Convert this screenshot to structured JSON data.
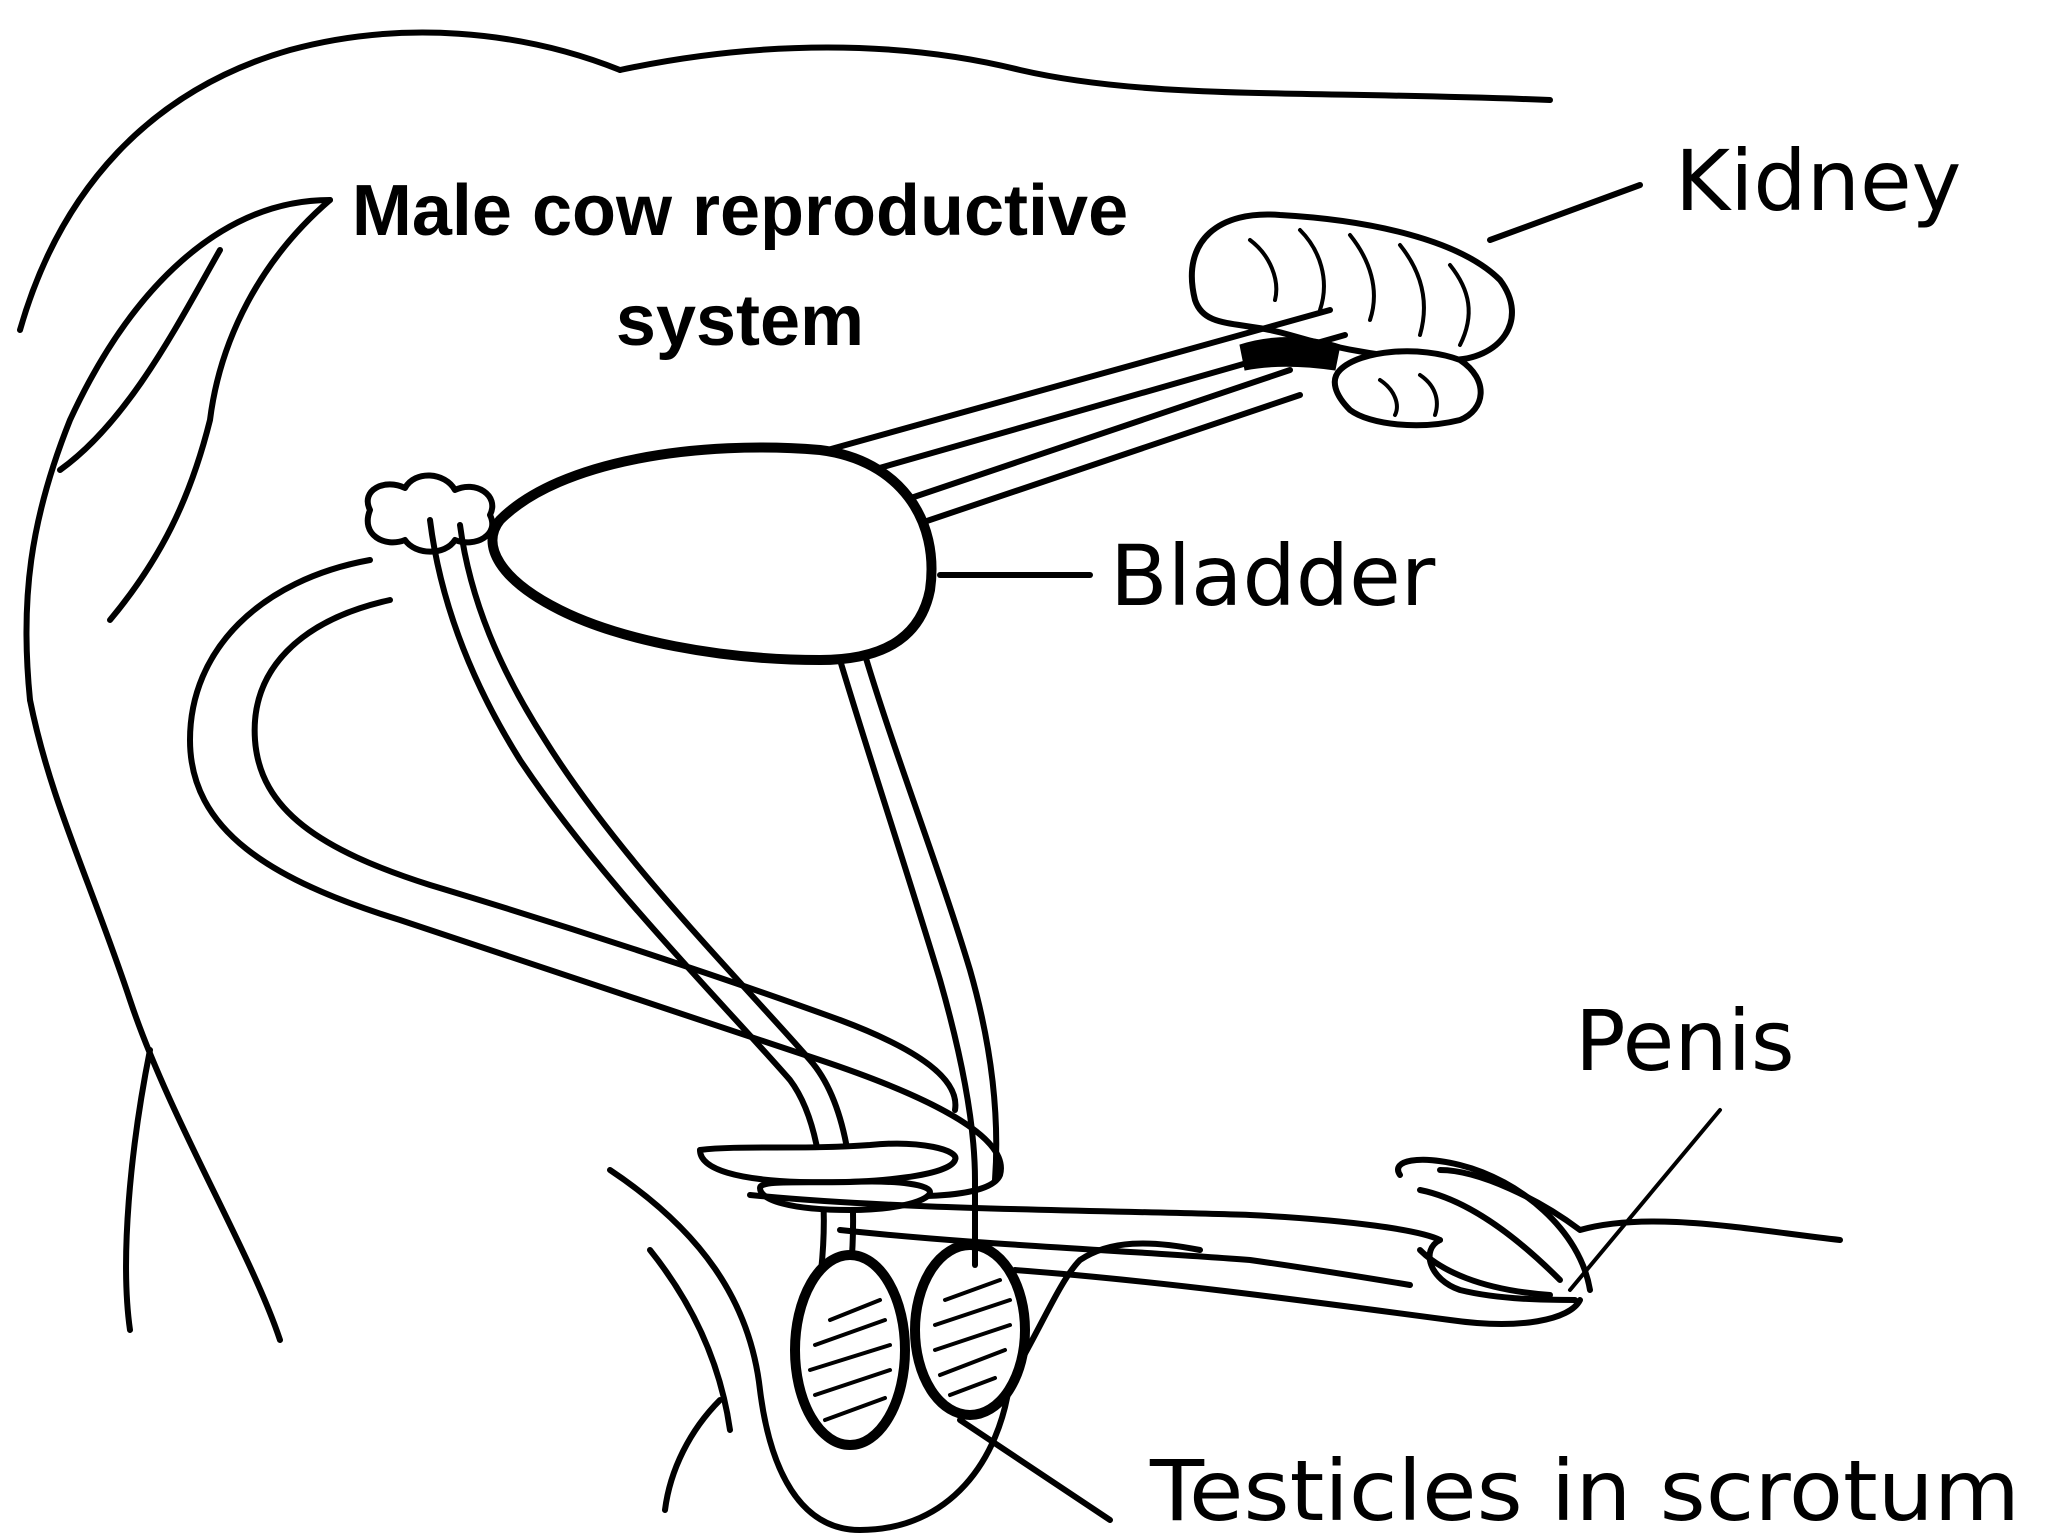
{
  "title": {
    "line1": "Male cow reproductive",
    "line2": "system"
  },
  "labels": {
    "kidney": "Kidney",
    "bladder": "Bladder",
    "penis": "Penis",
    "testicles": "Testicles in scrotum"
  },
  "colors": {
    "ink": "#000000",
    "background": "#ffffff"
  }
}
